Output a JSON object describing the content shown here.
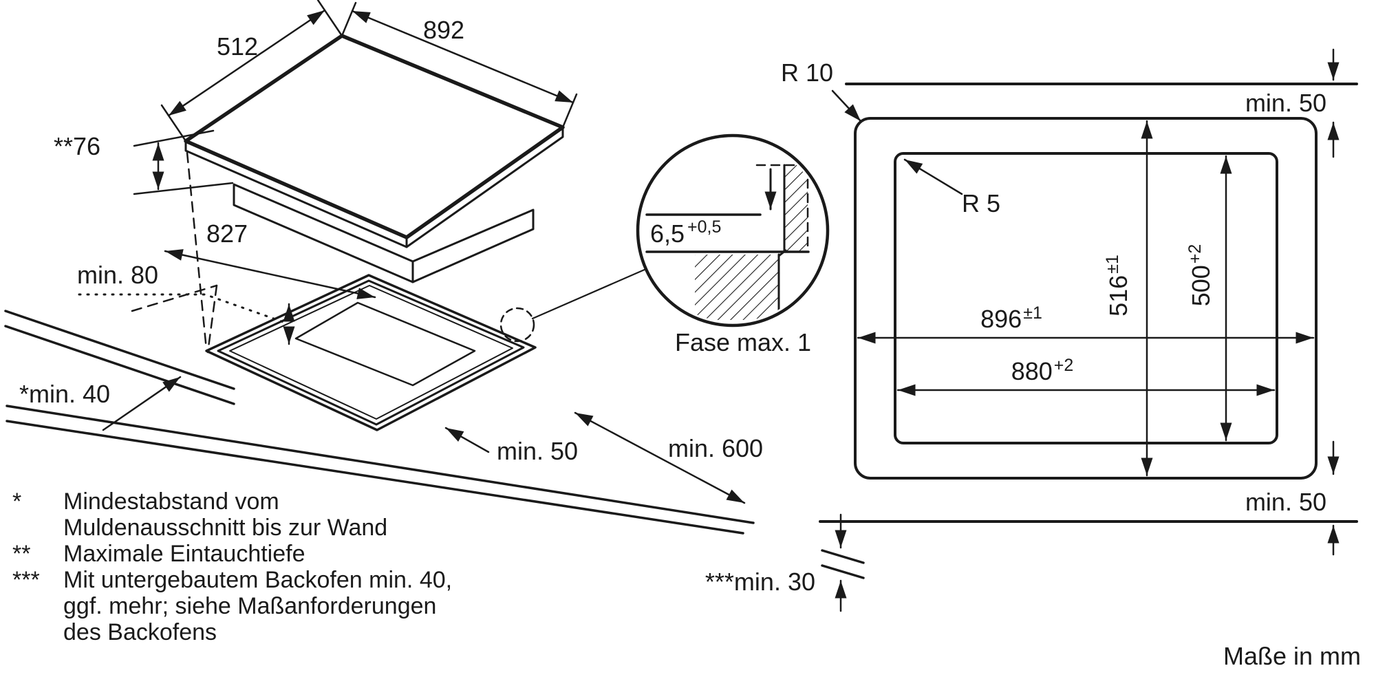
{
  "drawing": {
    "iso": {
      "d892": "892",
      "d512": "512",
      "d76": "**76",
      "d827": "827",
      "min80": "min. 80",
      "min40": "*min. 40",
      "min50": "min. 50",
      "min600": "min. 600",
      "min30": "***min. 30"
    },
    "detail": {
      "depth": "6,5",
      "depth_tol": "+0,5",
      "caption": "Fase max. 1"
    },
    "plan": {
      "r10": "R 10",
      "r5": "R 5",
      "min50_top": "min. 50",
      "min50_bottom": "min. 50",
      "w_outer": "896",
      "w_outer_tol": "±1",
      "w_inner": "880",
      "w_inner_tol": "+2",
      "h_outer": "516",
      "h_outer_tol": "±1",
      "h_inner": "500",
      "h_inner_tol": "+2"
    }
  },
  "footnotes": {
    "rows": [
      {
        "marker": "*",
        "text": "Mindestabstand vom"
      },
      {
        "marker": "",
        "text": "Muldenausschnitt bis zur Wand"
      },
      {
        "marker": "**",
        "text": "Maximale Eintauchtiefe"
      },
      {
        "marker": "***",
        "text": "Mit untergebautem Backofen min. 40,"
      },
      {
        "marker": "",
        "text": "ggf. mehr; siehe Maßanforderungen"
      },
      {
        "marker": "",
        "text": "des Backofens"
      }
    ]
  },
  "units_note": "Maße in mm",
  "colors": {
    "ink": "#1a1a1a",
    "background": "#ffffff"
  }
}
